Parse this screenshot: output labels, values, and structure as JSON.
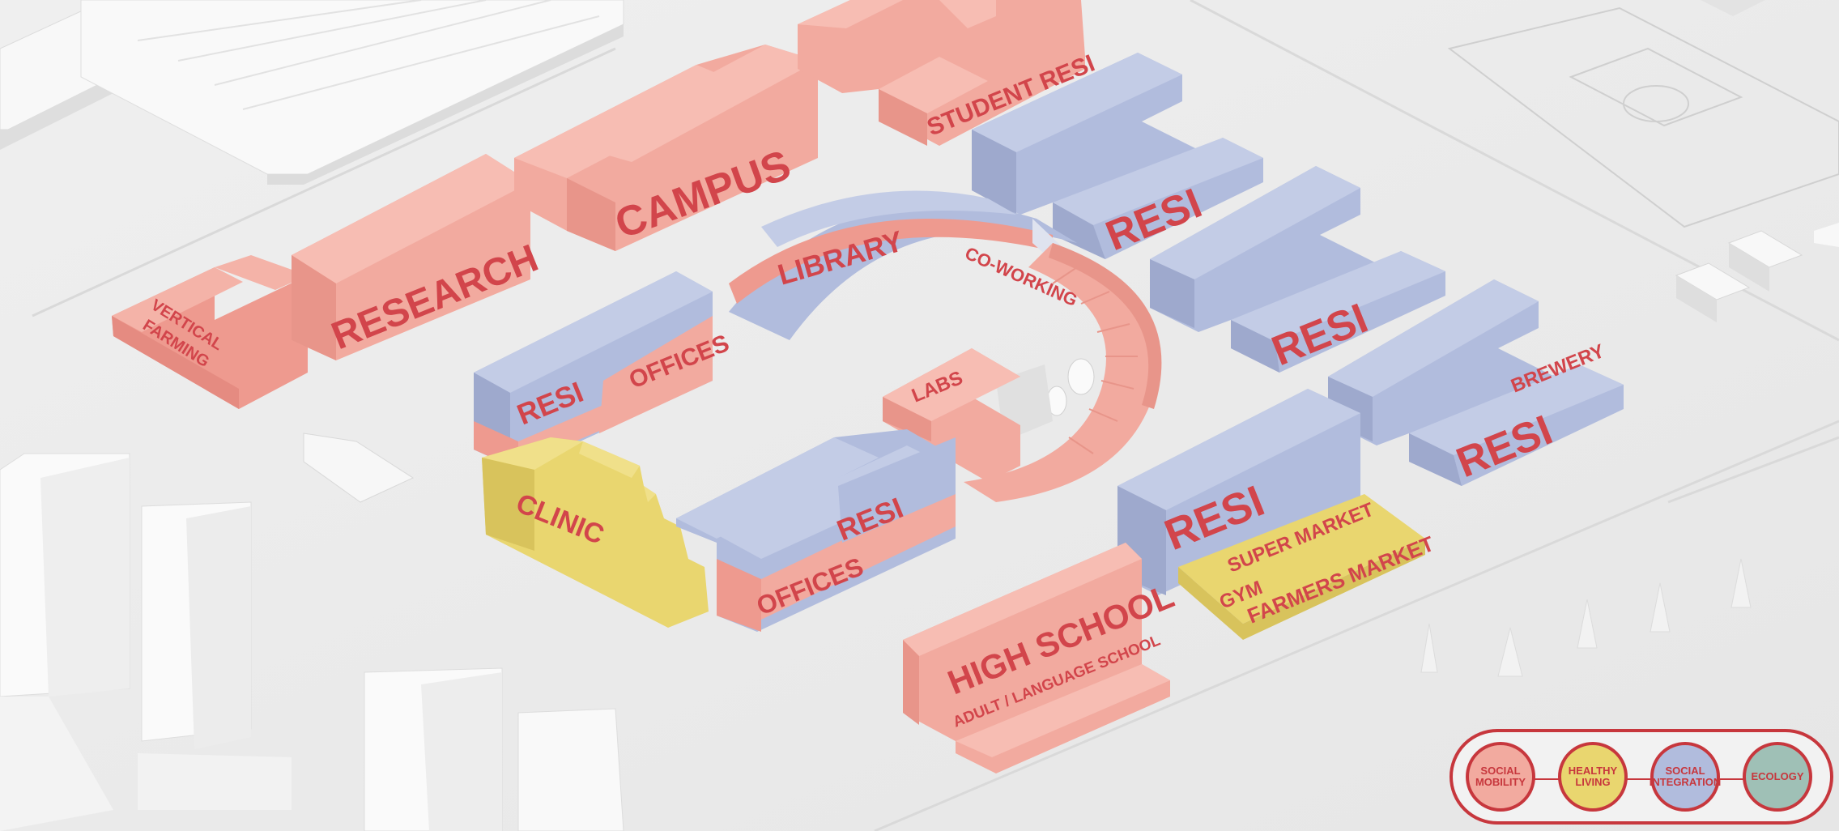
{
  "colors": {
    "red": "#f2aa9f",
    "blue": "#b1bcdd",
    "yellow": "#e9d66f",
    "teal": "#9fc0b6",
    "label": "#d2454b",
    "context": "#f7f7f7"
  },
  "labels": {
    "vertical_farming_1": "VERTICAL",
    "vertical_farming_2": "FARMING",
    "research": "RESEARCH",
    "campus": "CAMPUS",
    "student_resi": "STUDENT RESI",
    "library": "LIBRARY",
    "co_working": "CO-WORKING",
    "resi_h1": "RESI",
    "resi_h2": "RESI",
    "resi_h3": "RESI",
    "brewery": "BREWERY",
    "resi_west": "RESI",
    "offices_west": "OFFICES",
    "labs": "LABS",
    "clinic": "CLINIC",
    "resi_south": "RESI",
    "offices_south": "OFFICES",
    "resi_east": "RESI",
    "super_market": "SUPER MARKET",
    "gym": "GYM",
    "farmers_market": "FARMERS MARKET",
    "high_school": "HIGH SCHOOL",
    "adult_language_school": "ADULT / LANGUAGE SCHOOL"
  },
  "legend": [
    {
      "label": "SOCIAL\nMOBILITY",
      "color": "#f2aa9f"
    },
    {
      "label": "HEALTHY\nLIVING",
      "color": "#e9d66f"
    },
    {
      "label": "SOCIAL\nINTEGRATION",
      "color": "#b1bcdd"
    },
    {
      "label": "ECOLOGY",
      "color": "#9fc0b6"
    }
  ]
}
